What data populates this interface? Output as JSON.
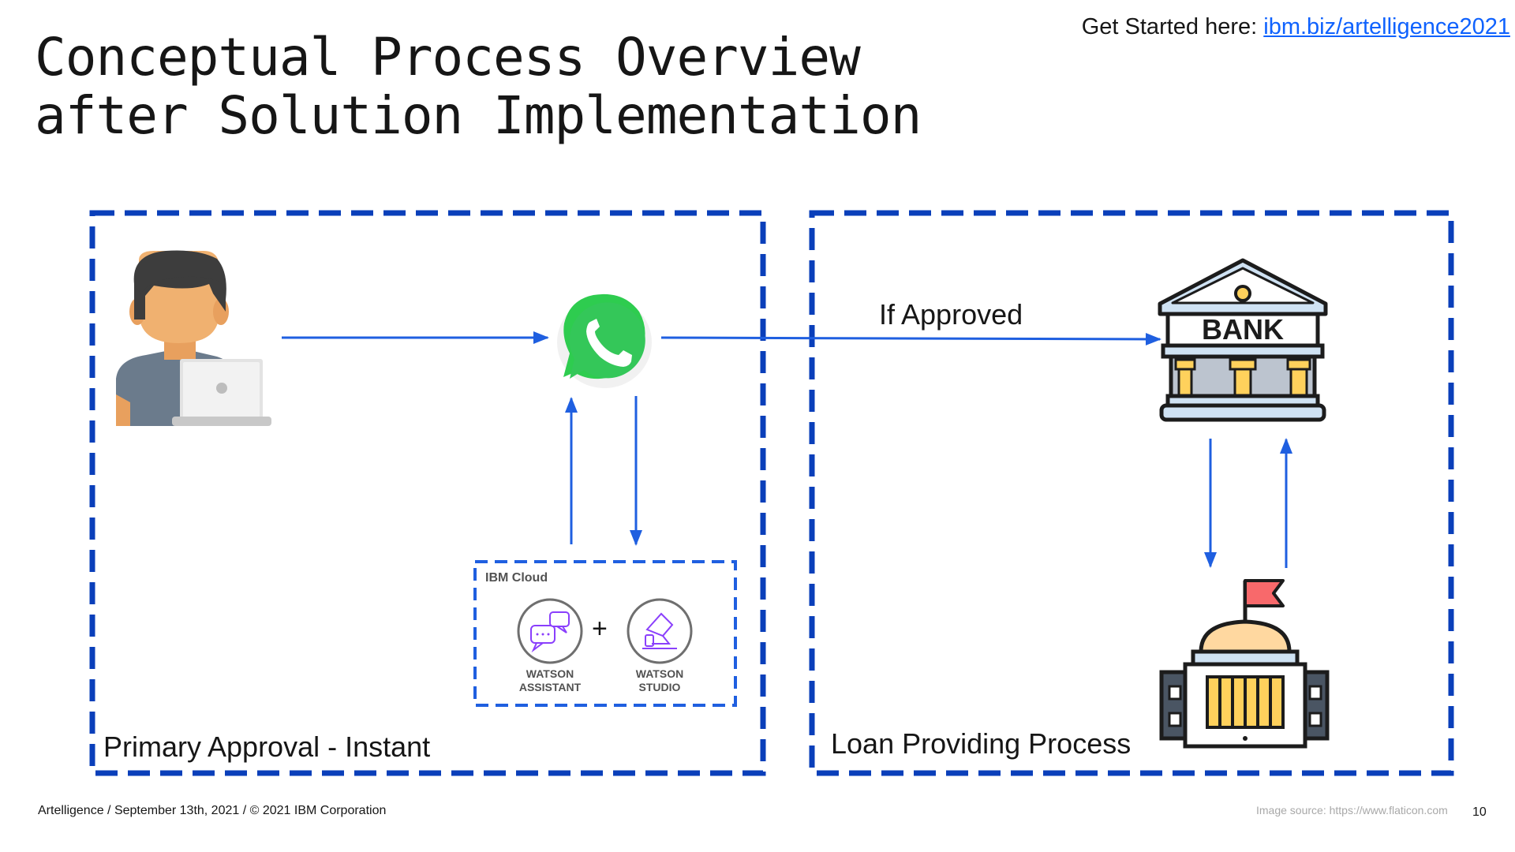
{
  "title": {
    "line1": "Conceptual Process Overview",
    "line2": "after Solution Implementation"
  },
  "get_started": {
    "prefix": "Get Started here: ",
    "link": "ibm.biz/artelligence2021"
  },
  "diagram": {
    "left_box_label": "Primary Approval - Instant",
    "right_box_label": "Loan Providing Process",
    "arrow_label": "If Approved",
    "ibm_cloud": {
      "title": "IBM Cloud",
      "plus": "+",
      "watson_assistant": [
        "WATSON",
        "ASSISTANT"
      ],
      "watson_studio": [
        "WATSON",
        "STUDIO"
      ]
    },
    "bank_sign": "BANK"
  },
  "footer": {
    "left": "Artelligence / September 13th, 2021 / © 2021 IBM Corporation",
    "image_source": "Image source: https://www.flaticon.com",
    "page_number": "10"
  },
  "colors": {
    "dashed_border": "#0a3fba",
    "arrow": "#1f5fe0",
    "link": "#0f62fe"
  }
}
